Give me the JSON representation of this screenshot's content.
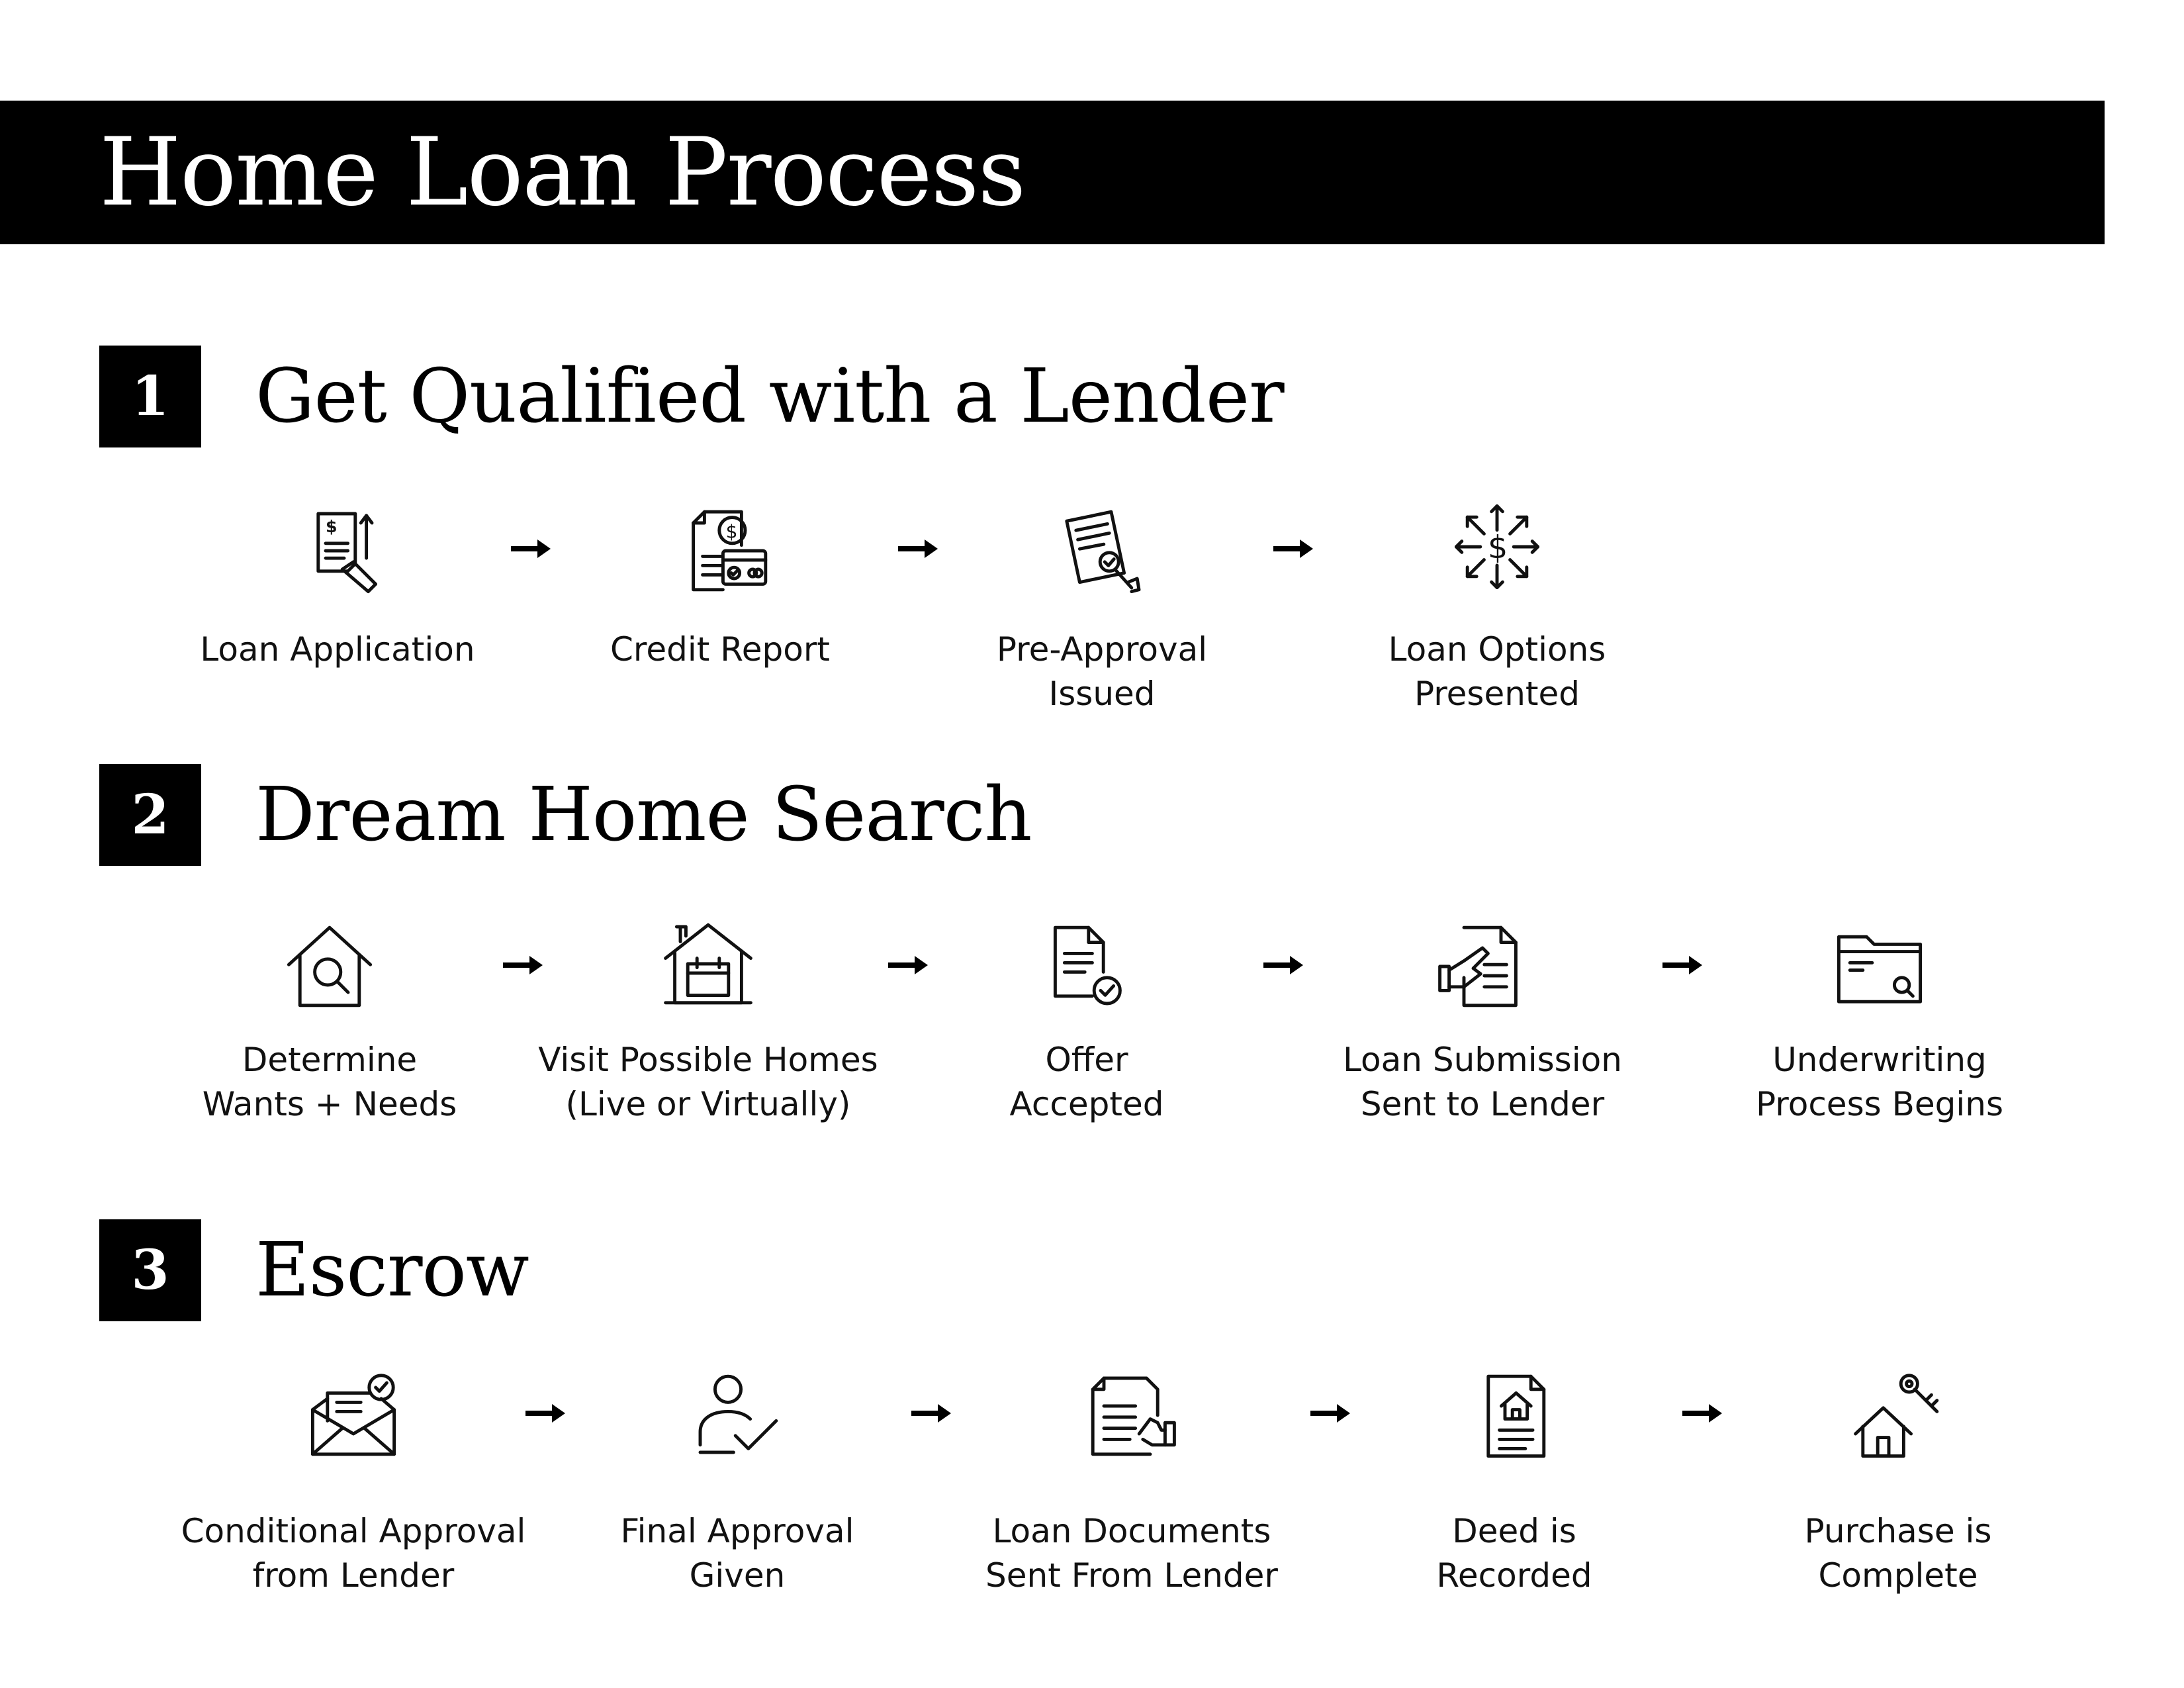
{
  "header": {
    "title": "Home Loan Process"
  },
  "sections": [
    {
      "number": "1",
      "title": "Get Qualified with a Lender",
      "steps": [
        {
          "icon": "loan-application-icon",
          "lines": [
            "Loan Application"
          ]
        },
        {
          "icon": "credit-report-icon",
          "lines": [
            "Credit Report"
          ]
        },
        {
          "icon": "pre-approval-icon",
          "lines": [
            "Pre-Approval",
            "Issued"
          ]
        },
        {
          "icon": "loan-options-icon",
          "lines": [
            "Loan Options",
            "Presented"
          ]
        }
      ]
    },
    {
      "number": "2",
      "title": "Dream Home Search",
      "steps": [
        {
          "icon": "house-search-icon",
          "lines": [
            "Determine",
            "Wants + Needs"
          ]
        },
        {
          "icon": "house-visit-icon",
          "lines": [
            "Visit Possible Homes",
            "(Live or Virtually)"
          ]
        },
        {
          "icon": "document-check-icon",
          "lines": [
            "Offer",
            "Accepted"
          ]
        },
        {
          "icon": "document-submit-icon",
          "lines": [
            "Loan Submission",
            "Sent to Lender"
          ]
        },
        {
          "icon": "folder-search-icon",
          "lines": [
            "Underwriting",
            "Process Begins"
          ]
        }
      ]
    },
    {
      "number": "3",
      "title": "Escrow",
      "steps": [
        {
          "icon": "envelope-check-icon",
          "lines": [
            "Conditional Approval",
            "from Lender"
          ]
        },
        {
          "icon": "person-check-icon",
          "lines": [
            "Final Approval",
            "Given"
          ]
        },
        {
          "icon": "document-hand-icon",
          "lines": [
            "Loan Documents",
            "Sent From Lender"
          ]
        },
        {
          "icon": "deed-icon",
          "lines": [
            "Deed is",
            "Recorded"
          ]
        },
        {
          "icon": "house-key-icon",
          "lines": [
            "Purchase is",
            "Complete"
          ]
        }
      ]
    }
  ]
}
